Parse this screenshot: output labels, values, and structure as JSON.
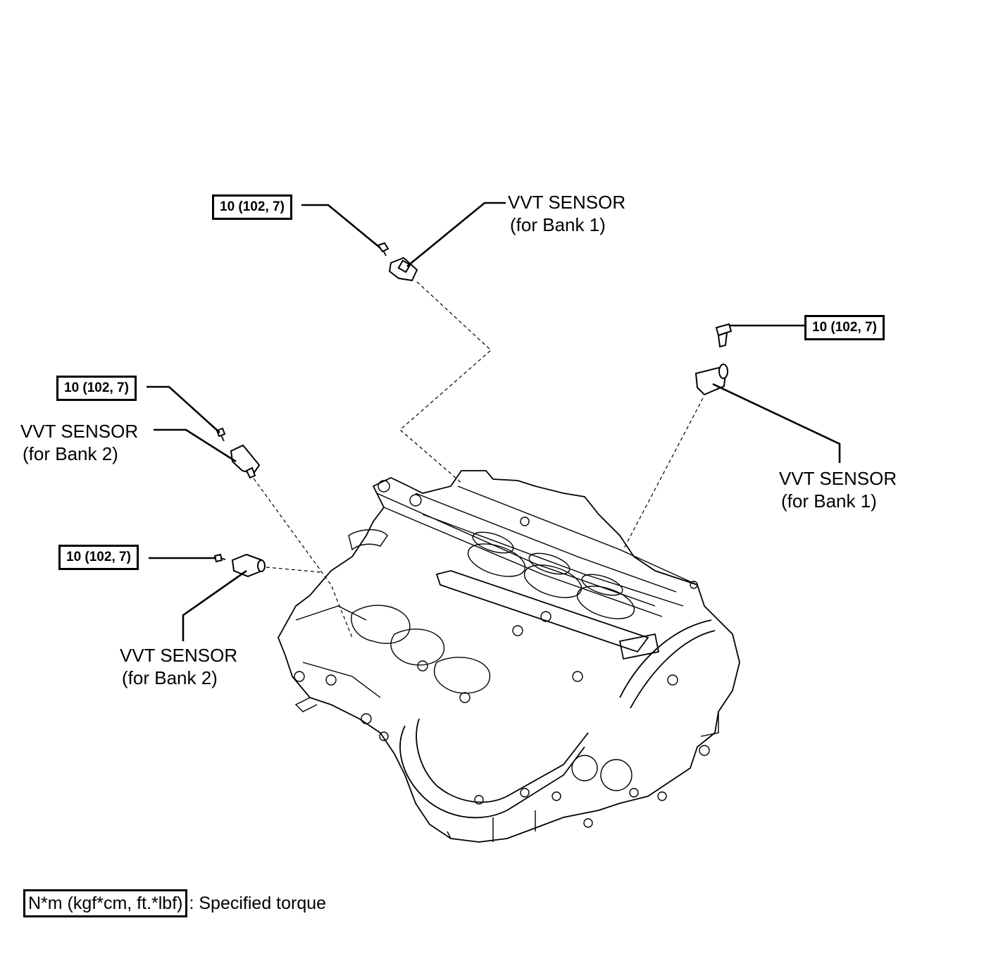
{
  "torque_labels": [
    {
      "id": "t1",
      "text": "10 (102, 7)"
    },
    {
      "id": "t2",
      "text": "10 (102, 7)"
    },
    {
      "id": "t3",
      "text": "10 (102, 7)"
    },
    {
      "id": "t4",
      "text": "10 (102, 7)"
    }
  ],
  "sensor_labels": [
    {
      "id": "s1",
      "title": "VVT SENSOR",
      "subtitle": "(for Bank 1)"
    },
    {
      "id": "s2",
      "title": "VVT SENSOR",
      "subtitle": "(for Bank 1)"
    },
    {
      "id": "s3",
      "title": "VVT SENSOR",
      "subtitle": "(for Bank 2)"
    },
    {
      "id": "s4",
      "title": "VVT SENSOR",
      "subtitle": "(for Bank 2)"
    }
  ],
  "legend": {
    "unit_box": "N*m (kgf*cm, ft.*lbf)",
    "description": ": Specified torque"
  }
}
